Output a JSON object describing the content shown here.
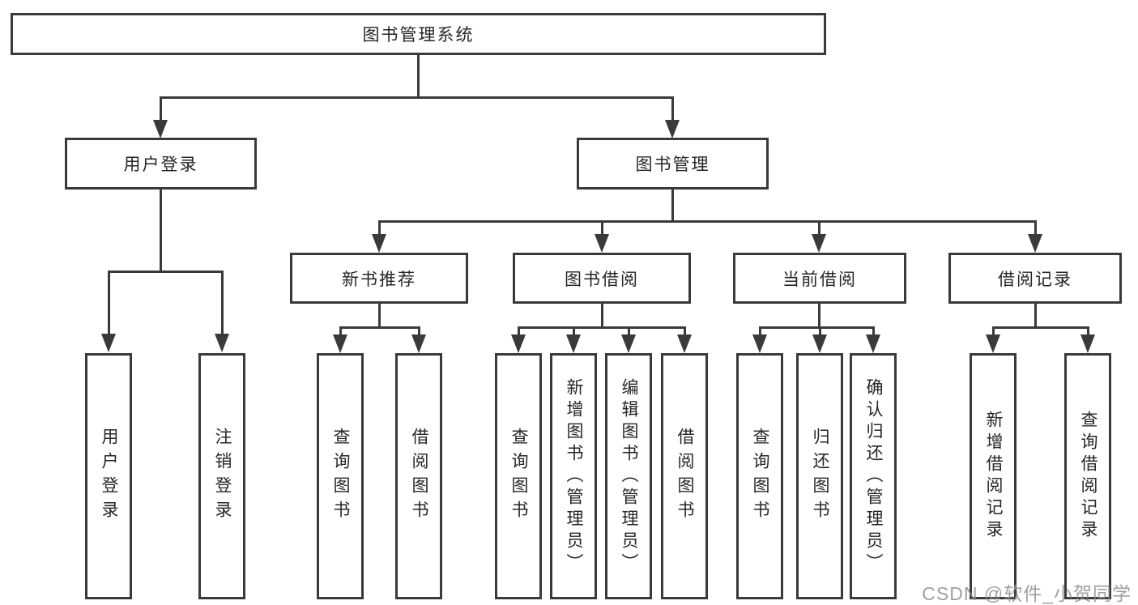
{
  "tree": {
    "root": {
      "label": "图书管理系统"
    },
    "children": [
      {
        "label": "用户登录",
        "children": [
          {
            "label": "用户登录"
          },
          {
            "label": "注销登录"
          }
        ]
      },
      {
        "label": "图书管理",
        "children": [
          {
            "label": "新书推荐",
            "children": [
              {
                "label": "查询图书"
              },
              {
                "label": "借阅图书"
              }
            ]
          },
          {
            "label": "图书借阅",
            "children": [
              {
                "label": "查询图书"
              },
              {
                "label": "新增图书（管理员）"
              },
              {
                "label": "编辑图书（管理员）"
              },
              {
                "label": "借阅图书"
              }
            ]
          },
          {
            "label": "当前借阅",
            "children": [
              {
                "label": "查询图书"
              },
              {
                "label": "归还图书"
              },
              {
                "label": "确认归还（管理员）"
              }
            ]
          },
          {
            "label": "借阅记录",
            "children": [
              {
                "label": "新增借阅记录"
              },
              {
                "label": "查询借阅记录"
              }
            ]
          }
        ]
      }
    ]
  },
  "watermark": "CSDN @软件_小贺同学",
  "colors": {
    "line": "#3a3a3a",
    "text": "#262626",
    "watermark": "#8f8f8f",
    "background": "#ffffff"
  }
}
